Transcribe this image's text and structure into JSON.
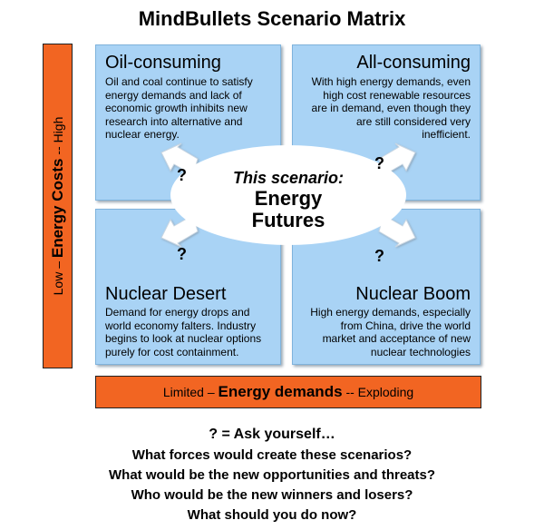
{
  "title": "MindBullets Scenario Matrix",
  "quadrants": {
    "top_left": {
      "title": "Oil-consuming",
      "lines": [
        "Oil and coal continue to satisfy",
        "energy demands and lack of",
        "economic growth inhibits new",
        "research into alternative and",
        "nuclear energy."
      ]
    },
    "top_right": {
      "title": "All-consuming",
      "lines": [
        "With high energy demands, even",
        "high cost renewable resources",
        "are in demand, even though they",
        "are still considered very",
        "inefficient."
      ]
    },
    "bottom_left": {
      "title": "Nuclear Desert",
      "lines": [
        "Demand for energy drops and",
        "world economy falters. Industry",
        "begins to look at nuclear options",
        "purely for cost containment."
      ]
    },
    "bottom_right": {
      "title": "Nuclear Boom",
      "lines": [
        "High energy demands, especially",
        "from China, drive the world",
        "market and acceptance of new",
        "nuclear  technologies"
      ]
    }
  },
  "vertical_axis": {
    "low": "Low",
    "name": "Energy Costs",
    "high": "High"
  },
  "horizontal_axis": {
    "low": "Limited",
    "name": "Energy demands",
    "high": "Exploding"
  },
  "center": {
    "scenario": "This scenario:",
    "line1": "Energy",
    "line2": "Futures"
  },
  "question_mark": "?",
  "bottom": {
    "heading": "? = Ask yourself…",
    "questions": [
      "What forces would create these scenarios?",
      "What would be the new opportunities and threats?",
      "Who would be the new winners and losers?",
      "What should you do now?"
    ]
  },
  "colors": {
    "quadrant": "#a9d3f5",
    "axis_bar": "#f26522",
    "center": "#ffffff"
  }
}
